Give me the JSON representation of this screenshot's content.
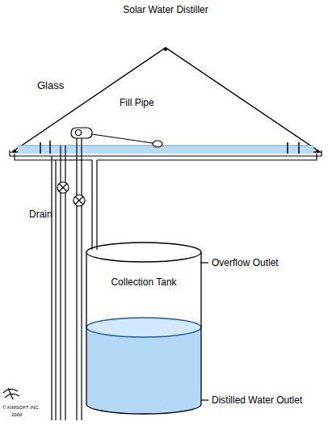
{
  "diagram": {
    "title": "Solar Water Distiller",
    "nodes": [
      {
        "text": [
          "Collection Tank"
        ]
      }
    ],
    "labels": [
      "Glass",
      "Fill Pipe",
      "Drain",
      "Overflow Outlet",
      "Distilled Water Outlet",
      "© KIMSOFT INC.",
      "2000"
    ]
  }
}
